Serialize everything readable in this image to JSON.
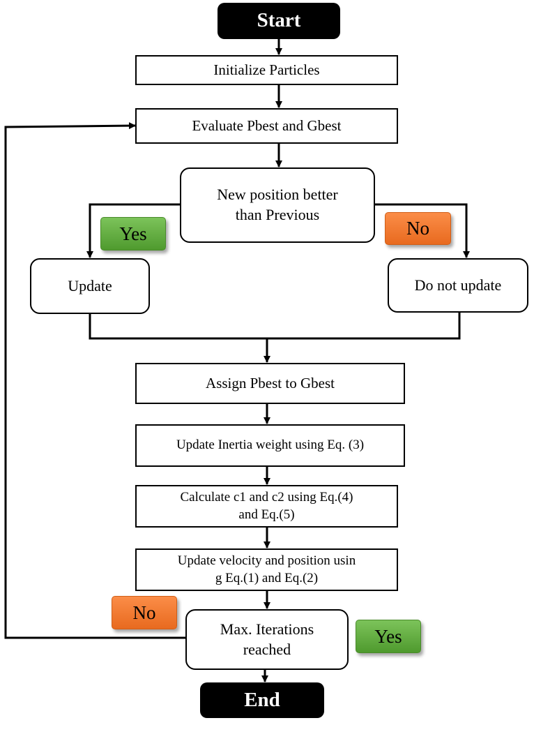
{
  "flowchart": {
    "start": "Start",
    "end": "End",
    "init": "Initialize Particles",
    "evaluate": "Evaluate Pbest and Gbest",
    "decision1": [
      "New position better",
      "than Previous"
    ],
    "update": "Update",
    "no_update": "Do not update",
    "assign": "Assign Pbest to Gbest",
    "inertia": "Update Inertia weight using Eq. (3)",
    "calc_c": [
      "Calculate c1 and c2 using Eq.(4)",
      "and Eq.(5)"
    ],
    "velocity": [
      "Update velocity and position usin",
      "g Eq.(1) and Eq.(2)"
    ],
    "decision2": [
      "Max. Iterations",
      "reached"
    ],
    "yes_label": "Yes",
    "no_label": "No"
  },
  "colors": {
    "yes_badge": "#5fa83c",
    "no_badge": "#f47a2f",
    "terminal": "#000000",
    "line": "#000000"
  }
}
